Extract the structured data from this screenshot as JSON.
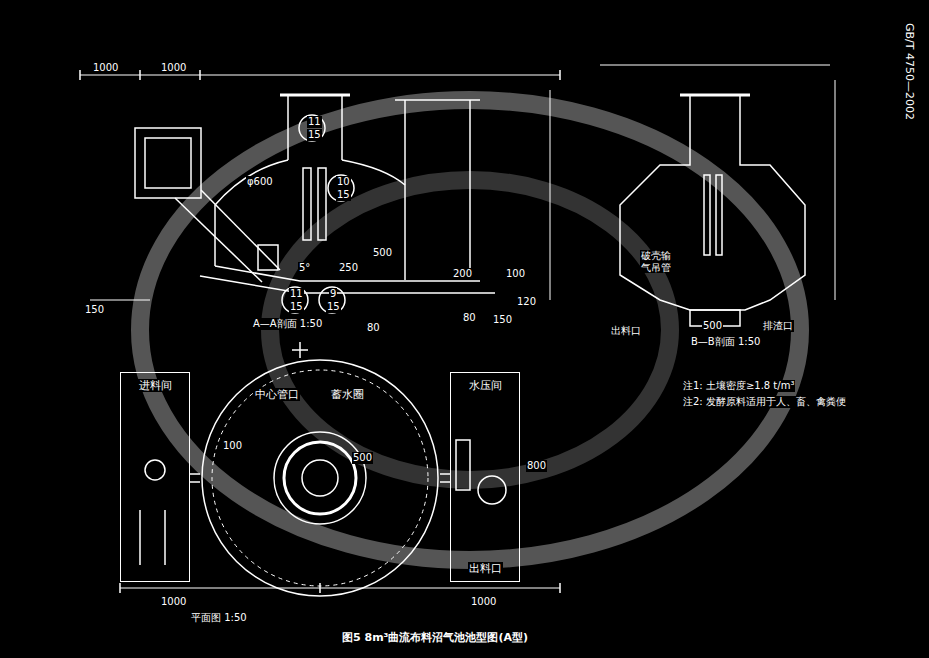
{
  "diagram": {
    "caption": "图5 8m³曲流布料沼气池池型图(A型)",
    "nodes": [
      {
        "text": [
          "进料间"
        ]
      },
      {
        "text": [
          "中心管口",
          "蓄水圈"
        ]
      },
      {
        "text": [
          "水压间",
          "出料口"
        ]
      }
    ],
    "edges": [
      {
        "from": 0,
        "to": 1,
        "arrow": "none"
      },
      {
        "from": 1,
        "to": 2,
        "arrow": "none"
      }
    ],
    "labels": [
      "A—A剖面 1:50",
      "B—B剖面 1:50",
      "1000",
      "1000",
      "φ600",
      "11",
      "15",
      "10",
      "15",
      "11",
      "15",
      "9",
      "15",
      "5°",
      "250",
      "500",
      "200",
      "100",
      "80",
      "80",
      "150",
      "120",
      "150",
      "破壳输气吊管",
      "出料口",
      "500",
      "排渣口",
      "注1: 土壤密度≥1.8 t/m³",
      "注2: 发酵原料适用于人、畜、禽粪便",
      "800",
      "500",
      "100",
      "1000",
      "1000",
      "平面图 1:50",
      "GB/T 4750—2002"
    ]
  }
}
